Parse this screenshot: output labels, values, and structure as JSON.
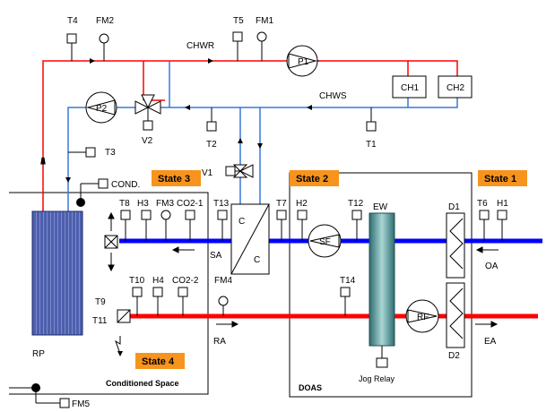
{
  "states": {
    "state1": "State 1",
    "state2": "State 2",
    "state3": "State 3",
    "state4": "State 4"
  },
  "labels": {
    "chwr": "CHWR",
    "chws": "CHWS",
    "rp": "RP",
    "cond": "COND.",
    "conditioned_space": "Conditioned Space",
    "doas": "DOAS",
    "jog_relay": "Jog Relay",
    "sa": "SA",
    "ra": "RA",
    "oa": "OA",
    "ea": "EA",
    "ew": "EW",
    "d1": "D1",
    "d2": "D2",
    "sf": "SF",
    "rf": "RF",
    "p1": "P1",
    "p2": "P2",
    "ch1": "CH1",
    "ch2": "CH2",
    "v1": "V1",
    "v2": "V2",
    "hx_c_top": "C",
    "hx_c_bottom": "C"
  },
  "sensors": {
    "t1": "T1",
    "t2": "T2",
    "t3": "T3",
    "t4": "T4",
    "t5": "T5",
    "t6": "T6",
    "t7": "T7",
    "t8": "T8",
    "t9": "T9",
    "t10": "T10",
    "t11": "T11",
    "t12": "T12",
    "t13": "T13",
    "t14": "T14",
    "h1": "H1",
    "h2": "H2",
    "h3": "H3",
    "h4": "H4",
    "fm1": "FM1",
    "fm2": "FM2",
    "fm3": "FM3",
    "fm4": "FM4",
    "fm5": "FM5",
    "co2_1": "CO2-1",
    "co2_2": "CO2-2"
  },
  "colors": {
    "chilled_return": "#ff0000",
    "chilled_supply": "#3a78d8",
    "supply_air": "#0000ff",
    "exhaust_air": "#ff0000",
    "state_badge": "#f7941d",
    "coil": "#5a6cb8",
    "wheel": "#3d7f80"
  }
}
